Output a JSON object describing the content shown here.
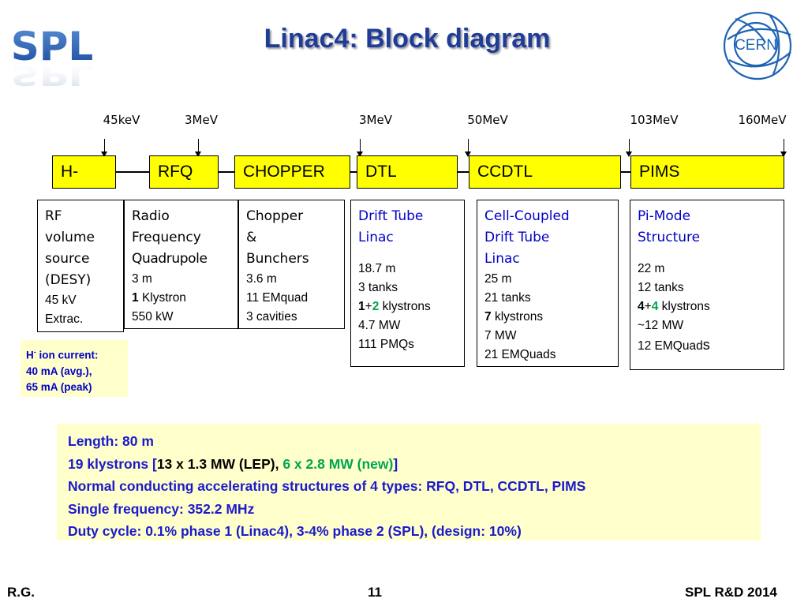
{
  "title": "Linac4: Block diagram",
  "logos": {
    "spl": "SPL",
    "cern": "CERN"
  },
  "energies": [
    "45keV",
    "3MeV",
    "3MeV",
    "50MeV",
    "103MeV",
    "160MeV"
  ],
  "blocks": [
    "H-",
    "RFQ",
    "CHOPPER",
    "DTL",
    "CCDTL",
    "PIMS"
  ],
  "descriptions": {
    "source": {
      "name": [
        "RF",
        "volume",
        "source",
        "(DESY)"
      ],
      "specs": [
        "45 kV",
        "Extrac."
      ]
    },
    "rfq": {
      "name": [
        "Radio",
        "Frequency",
        "Quadrupole"
      ],
      "specs": [
        "3 m",
        "Klystron",
        "550 kW"
      ],
      "klystron_count": "1"
    },
    "chopper": {
      "name": [
        "Chopper",
        "&",
        "Bunchers"
      ],
      "specs": [
        "3.6 m",
        "11 EMquad",
        "3 cavities"
      ]
    },
    "dtl": {
      "name": [
        "Drift Tube",
        "Linac"
      ],
      "specs": [
        "18.7 m",
        "3 tanks",
        "klystrons",
        "4.7 MW",
        "111 PMQs"
      ],
      "k1": "1",
      "plus": "+",
      "k2": "2"
    },
    "ccdtl": {
      "name": [
        "Cell-Coupled",
        "Drift Tube",
        "Linac"
      ],
      "specs": [
        "25 m",
        "21 tanks",
        "klystrons",
        "7 MW",
        "21 EMQuads"
      ],
      "k1": "7"
    },
    "pims": {
      "name": [
        "Pi-Mode",
        "Structure"
      ],
      "specs": [
        "22 m",
        "12 tanks",
        "klystrons",
        "~12 MW",
        "12 EMQuad",
        "s"
      ],
      "k1": "4",
      "plus": "+",
      "k2": "4"
    }
  },
  "ion_note": {
    "h": "H",
    "sup": "-",
    "text1": " ion current:",
    "line2": "40 mA (avg.),",
    "line3": "65 mA (peak)"
  },
  "summary": {
    "line1": "Length: 80 m",
    "line2_a": "19 klystrons [",
    "line2_b": "13 x 1.3 MW (LEP), ",
    "line2_c": "6 x 2.8 MW (new)",
    "line2_d": "]",
    "line3": "Normal conducting accelerating structures of 4 types: RFQ, DTL, CCDTL, PIMS",
    "line4": "Single frequency: 352.2 MHz",
    "line5": "Duty cycle: 0.1% phase 1 (Linac4), 3-4% phase 2 (SPL), (design: 10%)"
  },
  "footer": {
    "left": "R.G.",
    "page": "11",
    "right": "SPL R&D 2014"
  },
  "colors": {
    "title": "#1f3c99",
    "block_fill": "#ffff00",
    "note_fill": "#ffffcc",
    "blue_text": "#0000c8",
    "green_text": "#00a550"
  }
}
